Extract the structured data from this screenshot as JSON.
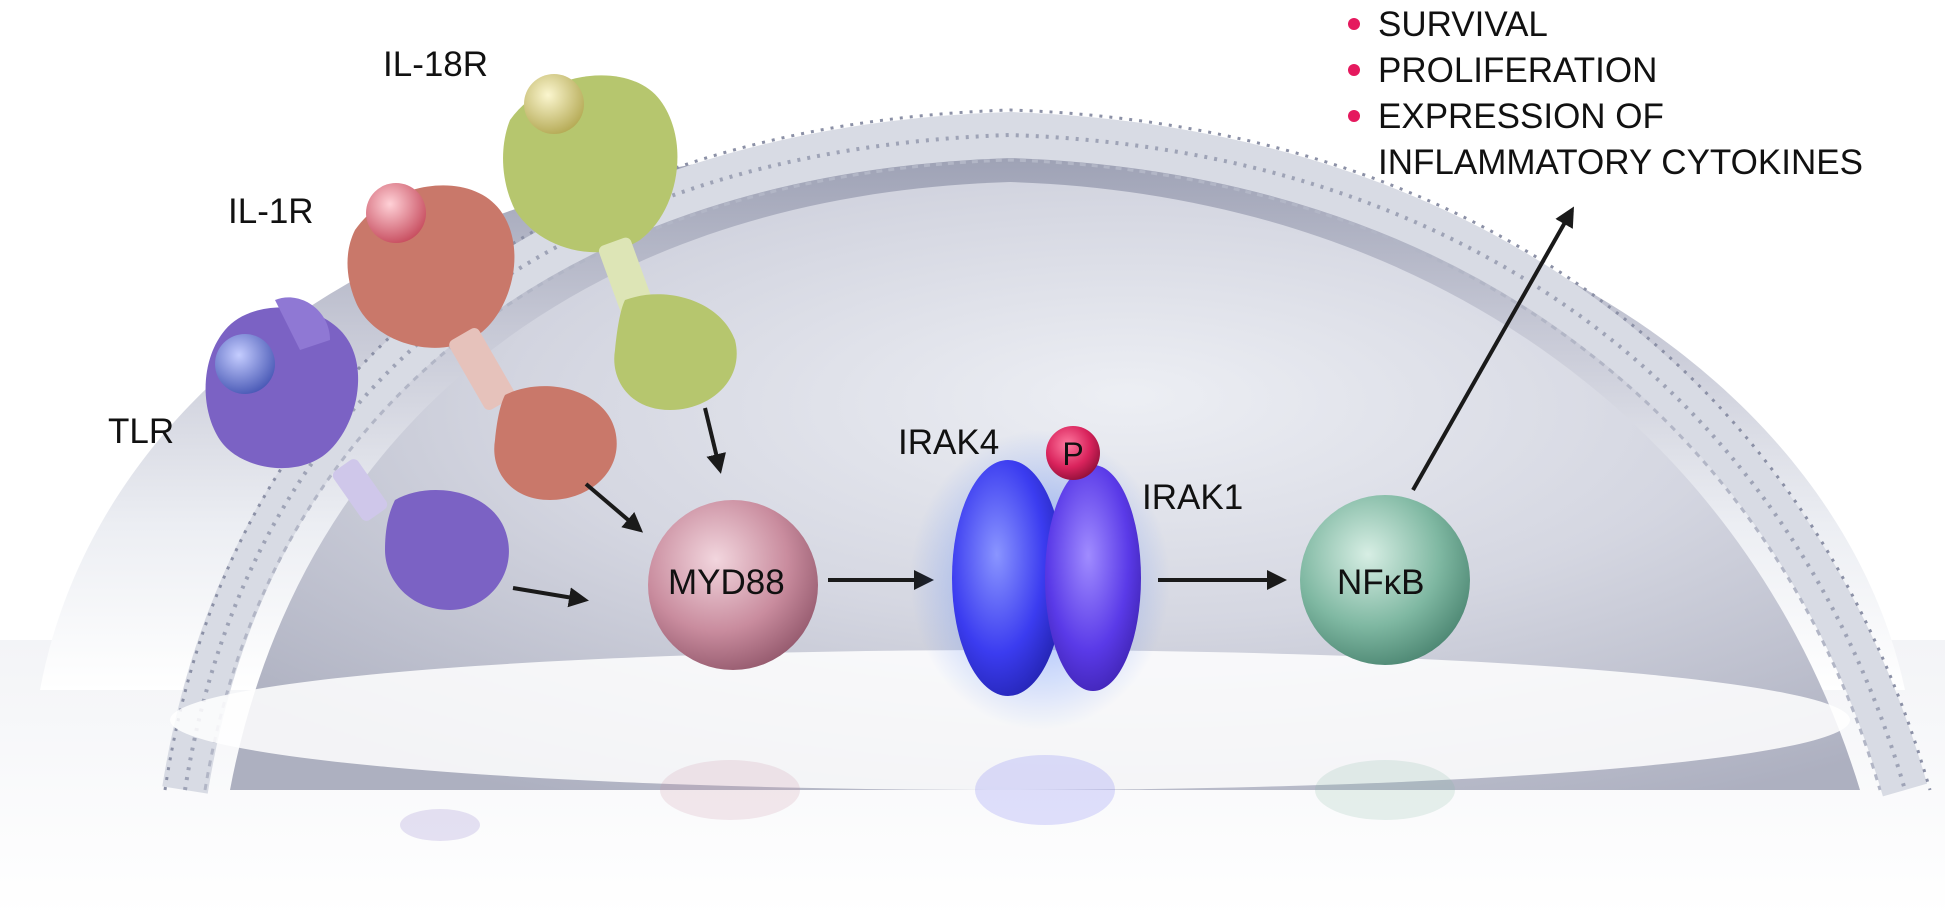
{
  "receptors": {
    "tlr": "TLR",
    "il1r": "IL-1R",
    "il18r": "IL-18R"
  },
  "nodes": {
    "myd88": "MYD88",
    "irak4": "IRAK4",
    "irak1": "IRAK1",
    "phospho": "P",
    "nfkb": "NFκB"
  },
  "outcomes": [
    "SURVIVAL",
    "PROLIFERATION",
    "EXPRESSION OF\nINFLAMMATORY CYTOKINES"
  ],
  "colors": {
    "bullet": "#e5195e",
    "tlr": "#7b62c4",
    "il1r": "#c9786a",
    "il18r": "#b6c66e",
    "myd88": "#c98c9e",
    "irak": "#3b3cf0",
    "nfkb": "#7fb8a2",
    "phospho": "#d9235c",
    "arrow": "#1a1a1a"
  }
}
